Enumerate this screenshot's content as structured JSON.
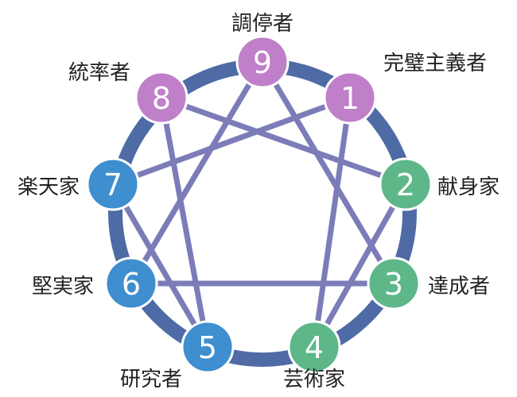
{
  "diagram": {
    "colors": {
      "ring": "#4f6ba6",
      "line": "#7c7cb8",
      "purple": "#c07fc9",
      "blue": "#3f8ecf",
      "green": "#5db789"
    },
    "types": [
      {
        "id": 1,
        "number": "1",
        "label": "完璧主義者",
        "color": "purple"
      },
      {
        "id": 2,
        "number": "2",
        "label": "献身家",
        "color": "green"
      },
      {
        "id": 3,
        "number": "3",
        "label": "達成者",
        "color": "green"
      },
      {
        "id": 4,
        "number": "4",
        "label": "芸術家",
        "color": "green"
      },
      {
        "id": 5,
        "number": "5",
        "label": "研究者",
        "color": "blue"
      },
      {
        "id": 6,
        "number": "6",
        "label": "堅実家",
        "color": "blue"
      },
      {
        "id": 7,
        "number": "7",
        "label": "楽天家",
        "color": "blue"
      },
      {
        "id": 8,
        "number": "8",
        "label": "統率者",
        "color": "purple"
      },
      {
        "id": 9,
        "number": "9",
        "label": "調停者",
        "color": "purple"
      }
    ],
    "connections": [
      [
        1,
        4
      ],
      [
        4,
        2
      ],
      [
        2,
        8
      ],
      [
        8,
        5
      ],
      [
        5,
        7
      ],
      [
        7,
        1
      ],
      [
        9,
        3
      ],
      [
        3,
        6
      ],
      [
        6,
        9
      ]
    ]
  }
}
